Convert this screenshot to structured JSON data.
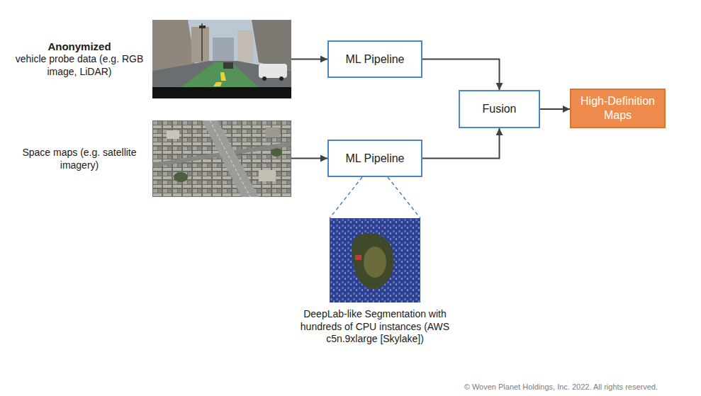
{
  "diagram": {
    "nodes": [
      {
        "text": [
          "Anonymized",
          "vehicle probe data (e.g. RGB image, LiDAR)"
        ]
      },
      {
        "text": [
          "ML Pipeline"
        ]
      },
      {
        "text": [
          "Fusion"
        ]
      },
      {
        "text": [
          "High-Definition Maps"
        ]
      },
      {
        "text": [
          "Space maps (e.g. satellite imagery)"
        ]
      },
      {
        "text": [
          "ML Pipeline"
        ]
      },
      {
        "text": [
          "DeepLab-like Segmentation with hundreds of CPU instances (AWS c5n.9xlarge [Skylake])"
        ]
      }
    ],
    "edges": [
      {
        "from": 0,
        "to": 1,
        "arrow": "to"
      },
      {
        "from": 1,
        "to": 2,
        "arrow": "to"
      },
      {
        "from": 2,
        "to": 3,
        "arrow": "to"
      },
      {
        "from": 4,
        "to": 5,
        "arrow": "to"
      },
      {
        "from": 5,
        "to": 2,
        "arrow": "to"
      },
      {
        "from": 5,
        "to": 6,
        "arrow": "none"
      }
    ],
    "labels": [
      "© Woven Planet Holdings, Inc. 2022. All rights reserved."
    ]
  }
}
